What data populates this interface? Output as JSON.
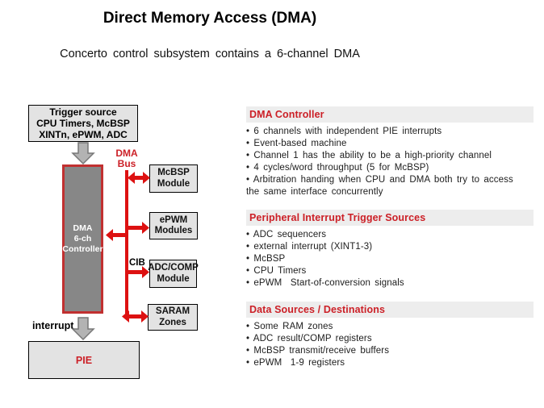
{
  "header": {
    "title": "Direct Memory Access (DMA)",
    "subtitle": "Concerto control subsystem contains a 6-channel DMA"
  },
  "diagram": {
    "trigger_box": {
      "title": "Trigger source",
      "line1": "CPU Timers, McBSP",
      "line2": "XINTn, ePWM, ADC"
    },
    "dma_controller": {
      "line1": "DMA",
      "line2": "6-ch",
      "line3": "Controller"
    },
    "bus_label": {
      "line1": "DMA",
      "line2": "Bus"
    },
    "modules": {
      "mcbsp": {
        "line1": "McBSP",
        "line2": "Module"
      },
      "epwm": {
        "line1": "ePWM",
        "line2": "Modules"
      },
      "adc": {
        "line1": "ADC/COMP",
        "line2": "Module"
      },
      "saram": {
        "line1": "SARAM",
        "line2": "Zones"
      }
    },
    "cib_label": "CIB",
    "interrupt_label": "interrupt",
    "pie_box": {
      "label": "PIE"
    }
  },
  "sections": [
    {
      "heading": "DMA Controller",
      "bullets": [
        "6 channels with independent PIE interrupts",
        "Event-based machine",
        "Channel 1 has the ability to be a high-priority channel",
        "4 cycles/word throughput (5 for McBSP)",
        "Arbitration handing when CPU and DMA both try to access the same interface concurrently"
      ]
    },
    {
      "heading": "Peripheral Interrupt Trigger Sources",
      "bullets": [
        "ADC sequencers",
        "external interrupt (XINT1-3)",
        "McBSP",
        "CPU Timers",
        "ePWM  Start-of-conversion signals"
      ]
    },
    {
      "heading": "Data Sources / Destinations",
      "bullets": [
        "Some RAM zones",
        "ADC result/COMP registers",
        "McBSP transmit/receive buffers",
        "ePWM  1-9 registers"
      ]
    }
  ],
  "colors": {
    "accent_red": "#cc2027",
    "arrow_red": "#dd1111",
    "controller_gray": "#878787",
    "box_gray": "#e3e3e3",
    "band_gray": "#ededed"
  }
}
